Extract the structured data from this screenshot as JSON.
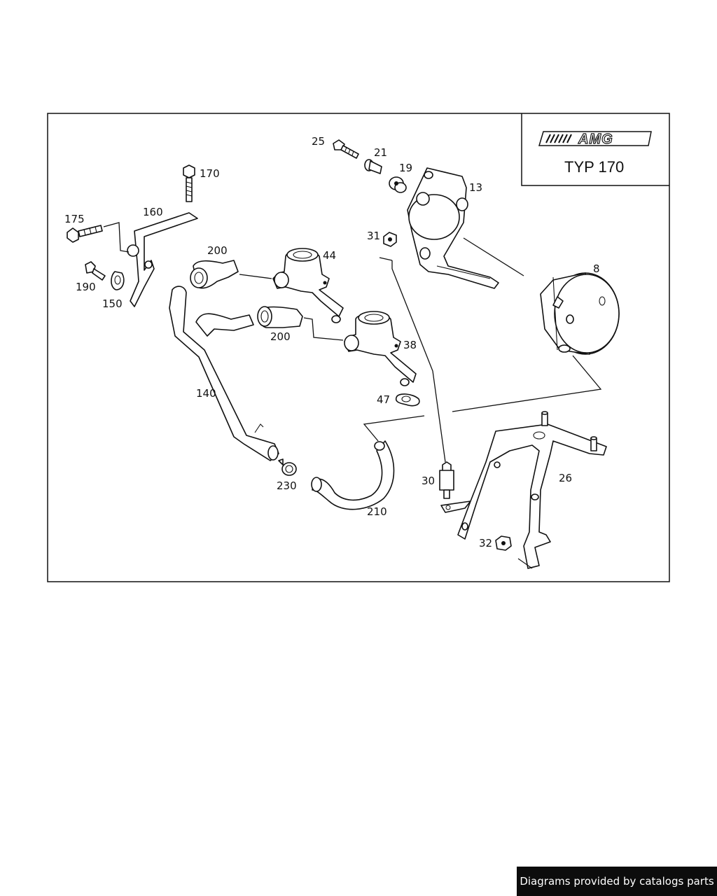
{
  "title_box": {
    "logo_text": "AMG",
    "type_label": "TYP 170"
  },
  "callouts": {
    "c25": "25",
    "c21": "21",
    "c19": "19",
    "c13": "13",
    "c170": "170",
    "c175": "175",
    "c160": "160",
    "c200a": "200",
    "c44": "44",
    "c31": "31",
    "c8": "8",
    "c190": "190",
    "c150": "150",
    "c200b": "200",
    "c38": "38",
    "c140": "140",
    "c47": "47",
    "c30": "30",
    "c26": "26",
    "c230": "230",
    "c210": "210",
    "c32": "32"
  },
  "credit": "Diagrams provided by catalogs parts"
}
